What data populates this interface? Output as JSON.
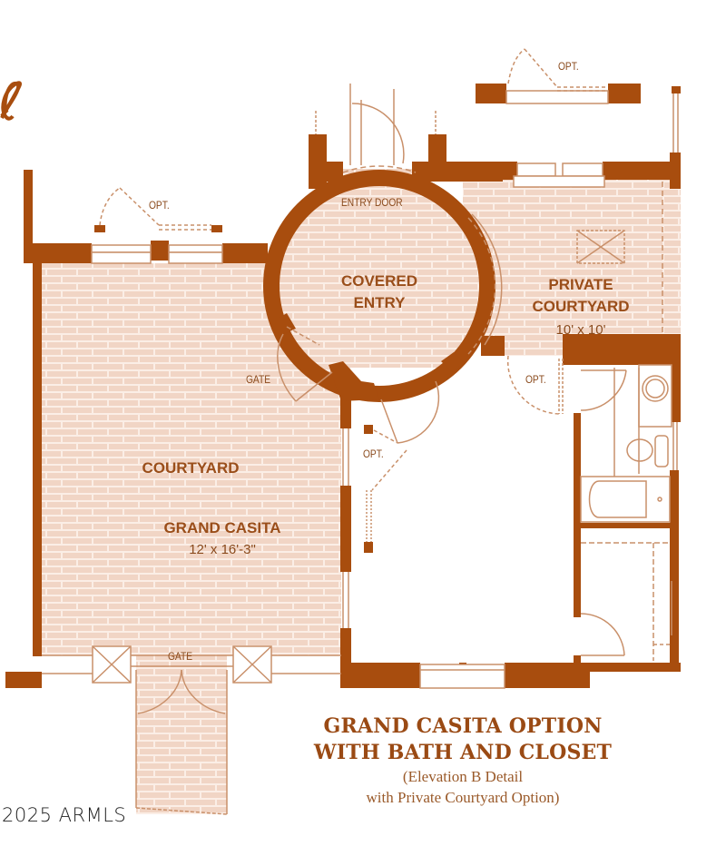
{
  "colors": {
    "wall": "#a84d0e",
    "brick_fill": "#f1d5c5",
    "brick_mortar": "#fbeee6",
    "line": "#c9906a",
    "text": "#8a4a1c",
    "caption": "#9a4a14"
  },
  "rooms": {
    "covered_entry": {
      "title_line1": "COVERED",
      "title_line2": "ENTRY"
    },
    "private_courtyard": {
      "title_line1": "PRIVATE",
      "title_line2": "COURTYARD",
      "dimensions": "10' x 10'"
    },
    "courtyard": {
      "title": "COURTYARD"
    },
    "grand_casita": {
      "title": "GRAND CASITA",
      "dimensions": "12' x 16'-3\""
    }
  },
  "annotations": {
    "entry_door": "ENTRY DOOR",
    "opt_top_right": "OPT.",
    "opt_top_left": "OPT.",
    "opt_private_courtyard_door": "OPT.",
    "opt_casita_door": "OPT.",
    "gate_side": "GATE",
    "gate_bottom": "GATE"
  },
  "caption": {
    "title_line1": "GRAND CASITA OPTION",
    "title_line2": "WITH BATH AND CLOSET",
    "subtitle_line1": "(Elevation B Detail",
    "subtitle_line2": "with Private Courtyard Option)"
  },
  "watermark": "2025 ARMLS",
  "icons": [
    "fountain-symbol",
    "toilet-symbol",
    "sink-symbol",
    "bathtub-symbol",
    "pilaster-x-symbol"
  ]
}
